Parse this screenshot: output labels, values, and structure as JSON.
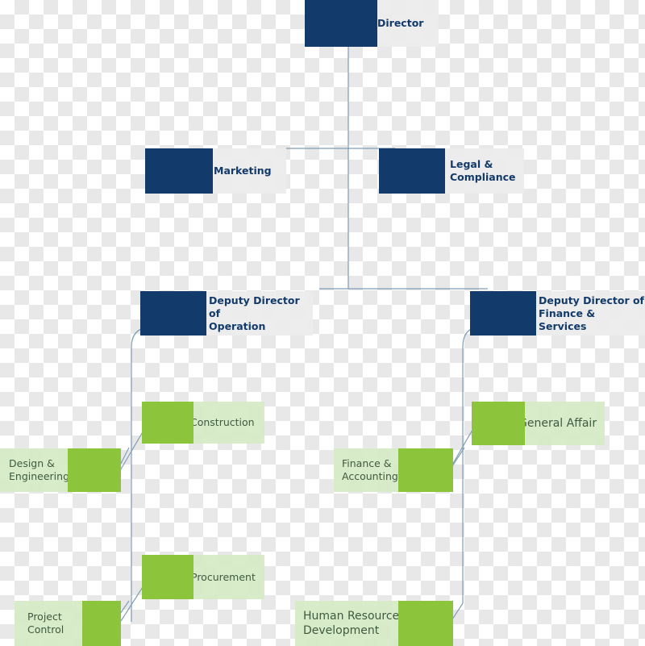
{
  "org_chart": {
    "director": "Director",
    "marketing": "Marketing",
    "legal": "Legal &\nCompliance",
    "deputy_operation": "Deputy Director of\nOperation",
    "deputy_finance": "Deputy Director of\nFinance & Services",
    "construction": "Construction",
    "design_engineering": "Design &\nEngineering",
    "procurement": "Procurement",
    "project_control": "Project\nControl",
    "general_affair": "General Affair",
    "finance_accounting": "Finance &\nAccounting",
    "hr_development": "Human Resources\nDevelopment"
  },
  "colors": {
    "navy": "#123a6b",
    "green": "#8cc43c",
    "connector": "#7f9db8"
  }
}
